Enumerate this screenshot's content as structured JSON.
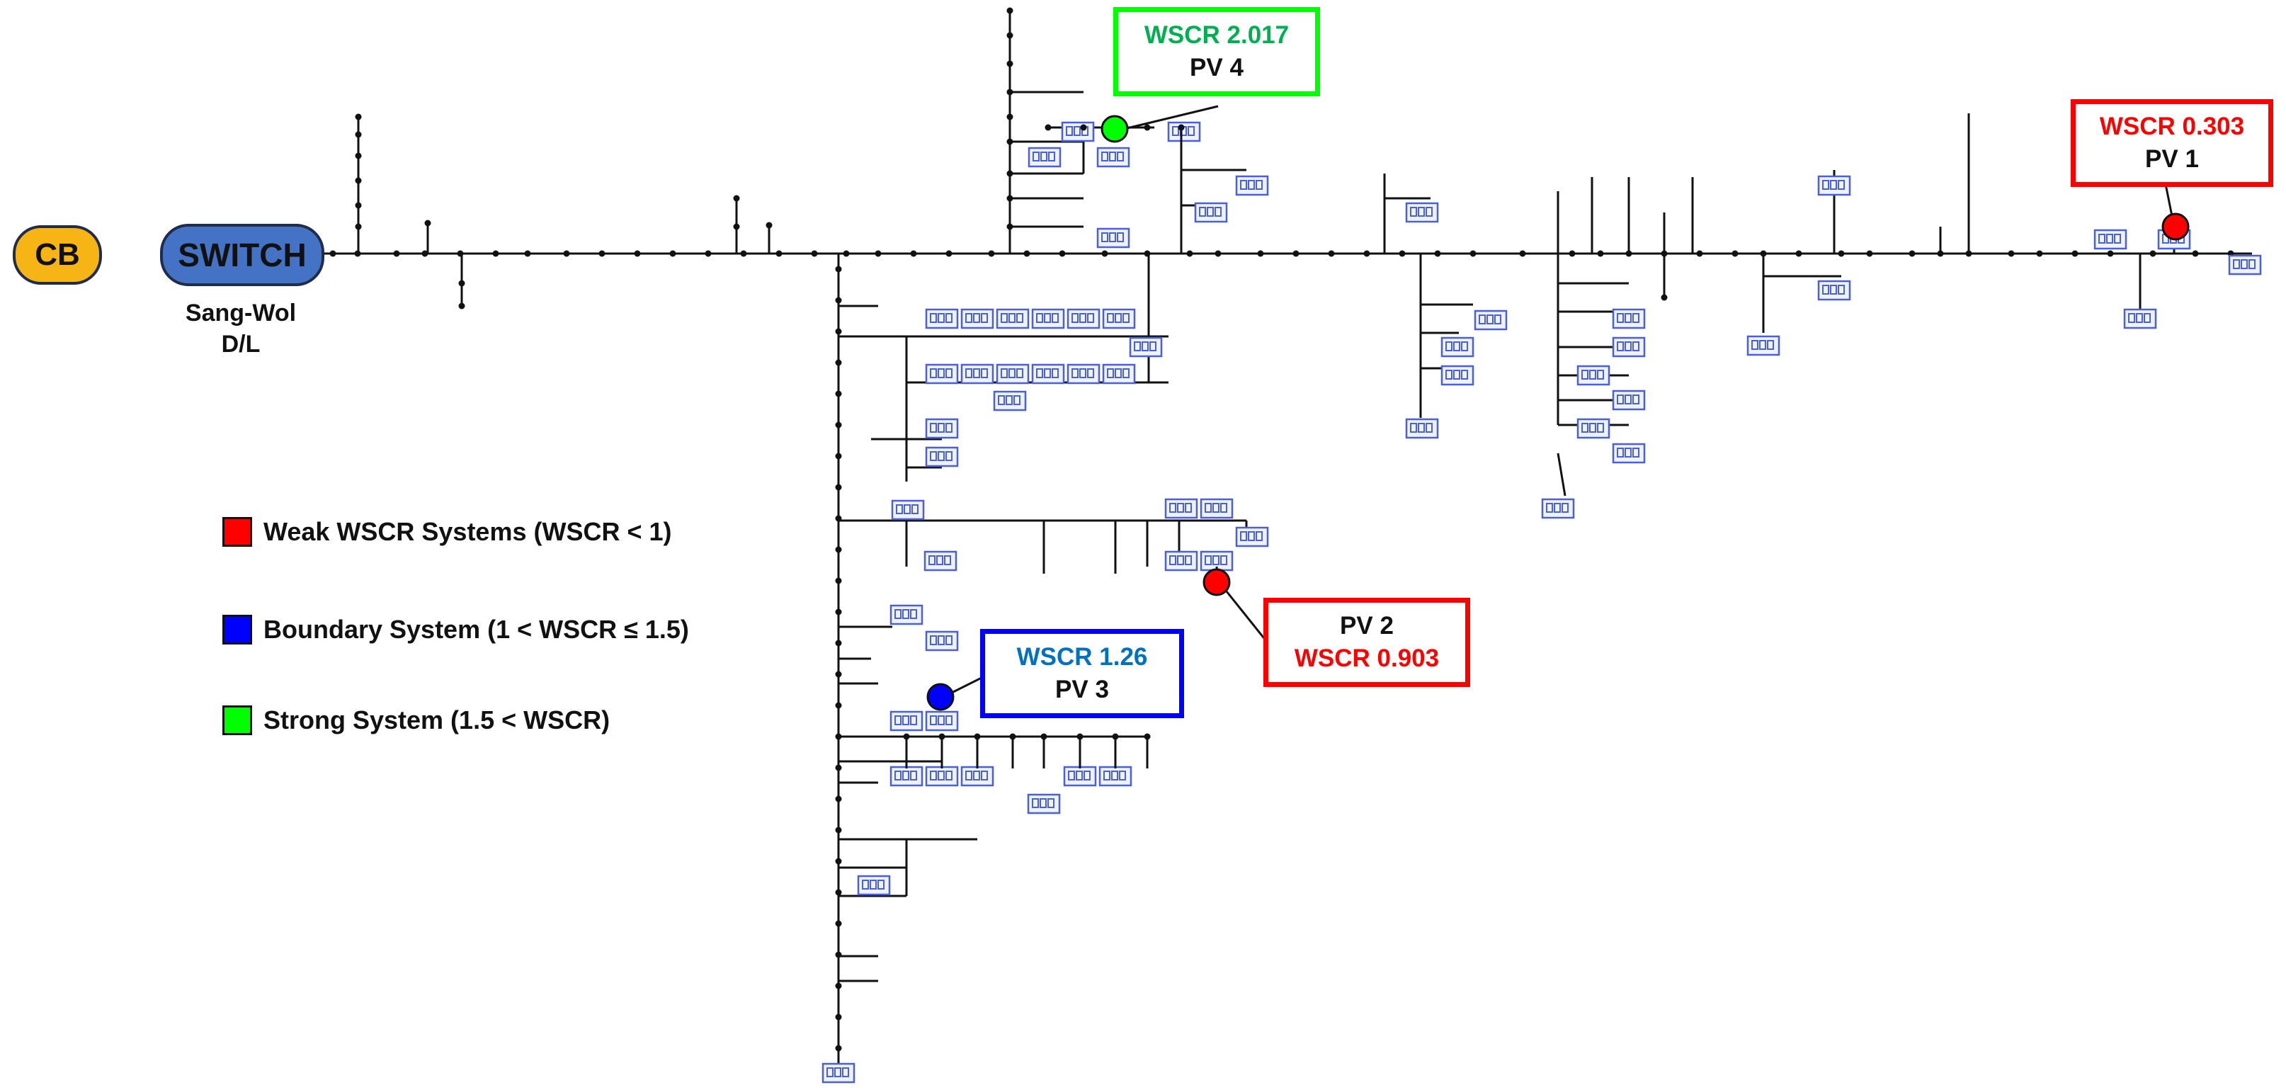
{
  "feeder": {
    "cb_label": "CB",
    "switch_label": "SWITCH",
    "name_line1": "Sang-Wol",
    "name_line2": "D/L"
  },
  "pv_units": [
    {
      "id": "pv1",
      "name": "PV 1",
      "wscr": "WSCR 0.303",
      "category": "weak"
    },
    {
      "id": "pv2",
      "name": "PV 2",
      "wscr": "WSCR 0.903",
      "category": "weak"
    },
    {
      "id": "pv3",
      "name": "PV 3",
      "wscr": "WSCR 1.26",
      "category": "boundary"
    },
    {
      "id": "pv4",
      "name": "PV 4",
      "wscr": "WSCR 2.017",
      "category": "strong"
    }
  ],
  "legend": [
    {
      "category": "weak",
      "label": "Weak WSCR Systems (WSCR < 1)"
    },
    {
      "category": "boundary",
      "label": "Boundary System (1 < WSCR ≤ 1.5)"
    },
    {
      "category": "strong",
      "label": "Strong System  (1.5 < WSCR)"
    }
  ],
  "colors": {
    "weak": "#ff0000",
    "boundary": "#0000ff",
    "strong": "#00ff00",
    "weak_text": "#ff0000",
    "boundary_text": "#0070c0",
    "strong_text": "#00b050",
    "cb_fill": "#f7b415",
    "switch_fill": "#4472c4",
    "arrow": "#4472c4",
    "load_icon": "#4a60d8"
  }
}
